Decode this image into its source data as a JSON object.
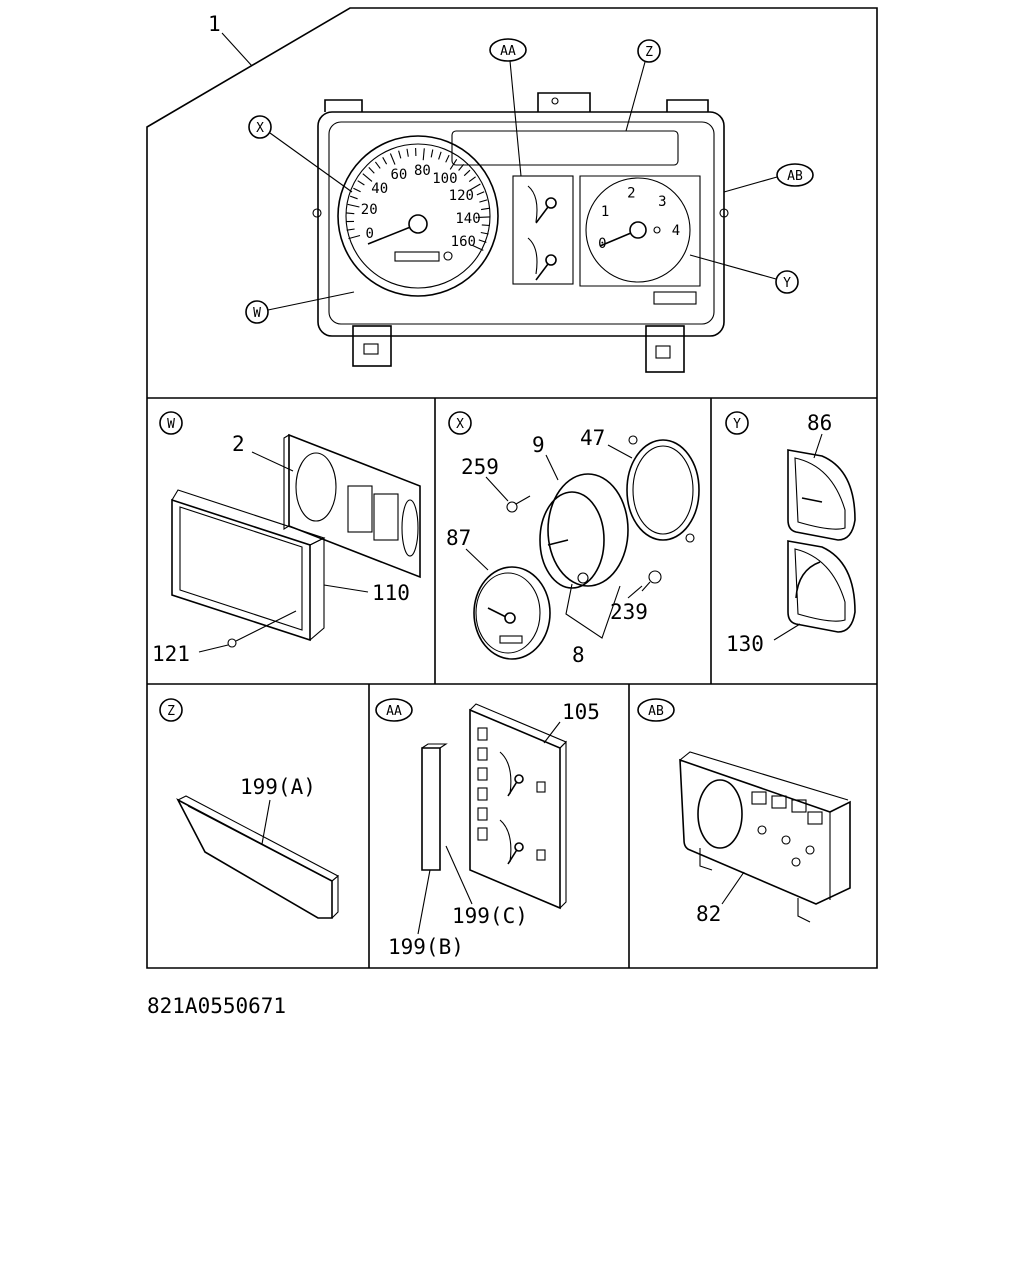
{
  "document_id": "821A0550671",
  "main_view": {
    "part_number": "1",
    "callouts": {
      "aa": "AA",
      "z": "Z",
      "x": "X",
      "ab": "AB",
      "y": "Y",
      "w": "W"
    },
    "speedometer_scale": [
      "0",
      "20",
      "40",
      "60",
      "80",
      "100",
      "120",
      "140",
      "160"
    ],
    "tachometer_scale": [
      "0",
      "1",
      "2",
      "3",
      "4"
    ]
  },
  "panels": {
    "w": {
      "tag": "W",
      "labels": {
        "face": "2",
        "frame": "110",
        "screw": "121"
      }
    },
    "x": {
      "tag": "X",
      "labels": {
        "screw": "259",
        "gauge_body": "9",
        "ring": "47",
        "face": "87",
        "bulb": "239",
        "assembly": "8"
      }
    },
    "y": {
      "tag": "Y",
      "labels": {
        "face": "86",
        "gauge": "130"
      }
    },
    "z": {
      "tag": "Z",
      "labels": {
        "lens": "199(A)"
      }
    },
    "aa": {
      "tag": "AA",
      "labels": {
        "plate": "105",
        "strip_b": "199(B)",
        "strip_c": "199(C)"
      }
    },
    "ab": {
      "tag": "AB",
      "labels": {
        "case": "82"
      }
    }
  }
}
